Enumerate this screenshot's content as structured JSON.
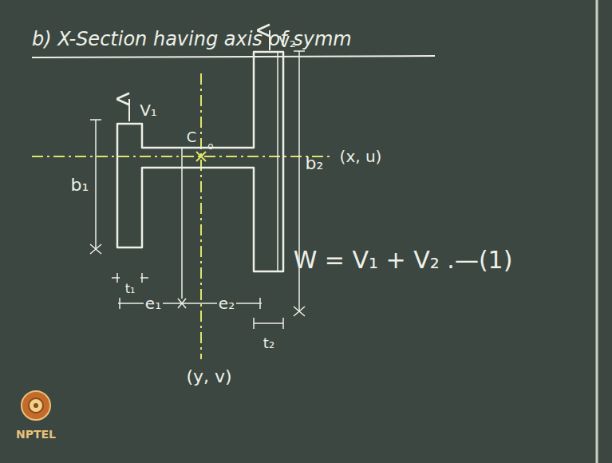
{
  "diagram": {
    "title": "b) X-Section having axis of symm",
    "labels": [
      "V₁",
      "V₂",
      "b₁",
      "b₂",
      "C",
      "o",
      "(x, u)",
      "t₁",
      "e₁",
      "e₂",
      "t₂",
      "(y, v)",
      "W = V₁ + V₂ .—(1)",
      "NPTEL"
    ]
  }
}
